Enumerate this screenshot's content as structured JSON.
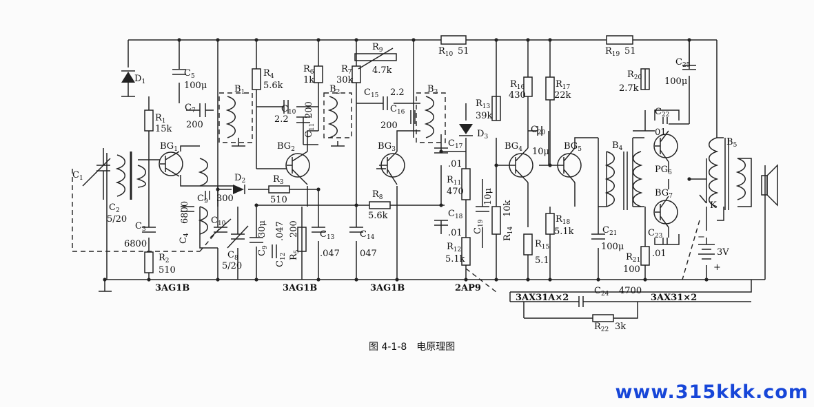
{
  "caption": "图 4-1-8　电原理图",
  "watermark": "www.315kkk.com",
  "labels": {
    "D1": "D",
    "D1s": "1",
    "C5": "C",
    "C5s": "5",
    "C5v": "100μ",
    "R1": "R",
    "R1s": "1",
    "R1v": "15k",
    "C7": "C",
    "C7s": "7",
    "C7v": "200",
    "B1": "B",
    "B1s": "1",
    "R4": "R",
    "R4s": "4",
    "R4v": "5.6k",
    "C10a": "C",
    "C10as": "10",
    "C10av": "2.2",
    "C11": "C",
    "C11s": "11",
    "C11v": "200",
    "R6": "R",
    "R6s": "6",
    "R6v": "1k",
    "R7": "R",
    "R7s": "7",
    "R7v": "30k",
    "R9": "R",
    "R9s": "9",
    "R9v": "4.7k",
    "B2": "B",
    "B2s": "2",
    "C15": "C",
    "C15s": "15",
    "C15v": "2.2",
    "C16": "C",
    "C16s": "16",
    "C16v": "200",
    "B3": "B",
    "B3s": "3",
    "R10": "R",
    "R10s": "10",
    "R10v": "51",
    "R13": "R",
    "R13s": "13",
    "R13v": "39k",
    "D3": "D",
    "D3s": "3",
    "R16": "R",
    "R16s": "16",
    "R16v": "430",
    "R17": "R",
    "R17s": "17",
    "R17v": "22k",
    "C20": "C",
    "C20s": "20",
    "C20v": "10μ",
    "R19": "R",
    "R19s": "19",
    "R19v": "51",
    "R20": "R",
    "R20s": "20",
    "R20v": "2.7k",
    "C25": "C",
    "C25s": "25",
    "C25v": "100μ",
    "C22": "C",
    "C22s": "22",
    "C22v": "01",
    "BG1": "BG",
    "BG1s": "1",
    "BG2": "BG",
    "BG2s": "2",
    "BG3": "BG",
    "BG3s": "3",
    "BG4": "BG",
    "BG4s": "4",
    "BG5": "BG",
    "BG5s": "5",
    "BG6": "PG",
    "BG6s": "6",
    "BG7": "BG",
    "BG7s": "7",
    "B4": "B",
    "B4s": "4",
    "B5": "B",
    "B5s": "5",
    "C1": "C",
    "C1s": "1",
    "C2": "C",
    "C2s": "2",
    "C2v": "5/20",
    "C3": "C",
    "C3s": "3",
    "C3v": "6800",
    "R2": "R",
    "R2s": "2",
    "R2v": "510",
    "C4": "C",
    "C4s": "4",
    "C4v": "6800",
    "C9a": "C",
    "C9as": "9",
    "C9av": "300",
    "C10b": "C",
    "C10bs": "10",
    "C8": "C",
    "C8s": "8",
    "C8v": "5/20",
    "D2": "D",
    "D2s": "2",
    "R3": "R",
    "R3s": "3",
    "R3v": "510",
    "C9b": "C",
    "C9bs": "9",
    "C9bv": "30μ",
    "C12": "C",
    "C12s": "12",
    "C12v": ".047",
    "R5": "R",
    "R5s": "5",
    "R5v": "200",
    "C13": "C",
    "C13s": "13",
    "C13v": ".047",
    "C14": "C",
    "C14s": "14",
    "C14v": "047",
    "R8": "R",
    "R8s": "8",
    "R8v": "5.6k",
    "C17": "C",
    "C17s": "17",
    "C17v": ".01",
    "R11": "R",
    "R11s": "11",
    "R11v": "470",
    "C18": "C",
    "C18s": "18",
    "C18v": ".01",
    "R12": "R",
    "R12s": "12",
    "R12v": "5.1k",
    "C19": "C",
    "C19s": "19",
    "C19v": "10μ",
    "R14": "R",
    "R14s": "14",
    "R14v": "10k",
    "R15": "R",
    "R15s": "15",
    "R15v": "5.1",
    "R18": "R",
    "R18s": "18",
    "R18v": "5.1k",
    "C21": "C",
    "C21s": "21",
    "C21v": "100μ",
    "C23": "C",
    "C23s": "23",
    "C23v": ".01",
    "R21": "R",
    "R21s": "21",
    "R21v": "100",
    "K": "K",
    "batt": "3V",
    "minus": "−",
    "plus": "+",
    "C24": "C",
    "C24s": "24",
    "C24v": "4700",
    "R22": "R",
    "R22s": "22",
    "R22v": "3k",
    "t1": "3AG1B",
    "t2": "3AG1B",
    "t3": "3AG1B",
    "t4": "2AP9",
    "t5": "3AX31A×2",
    "t6": "3AX31×2"
  }
}
